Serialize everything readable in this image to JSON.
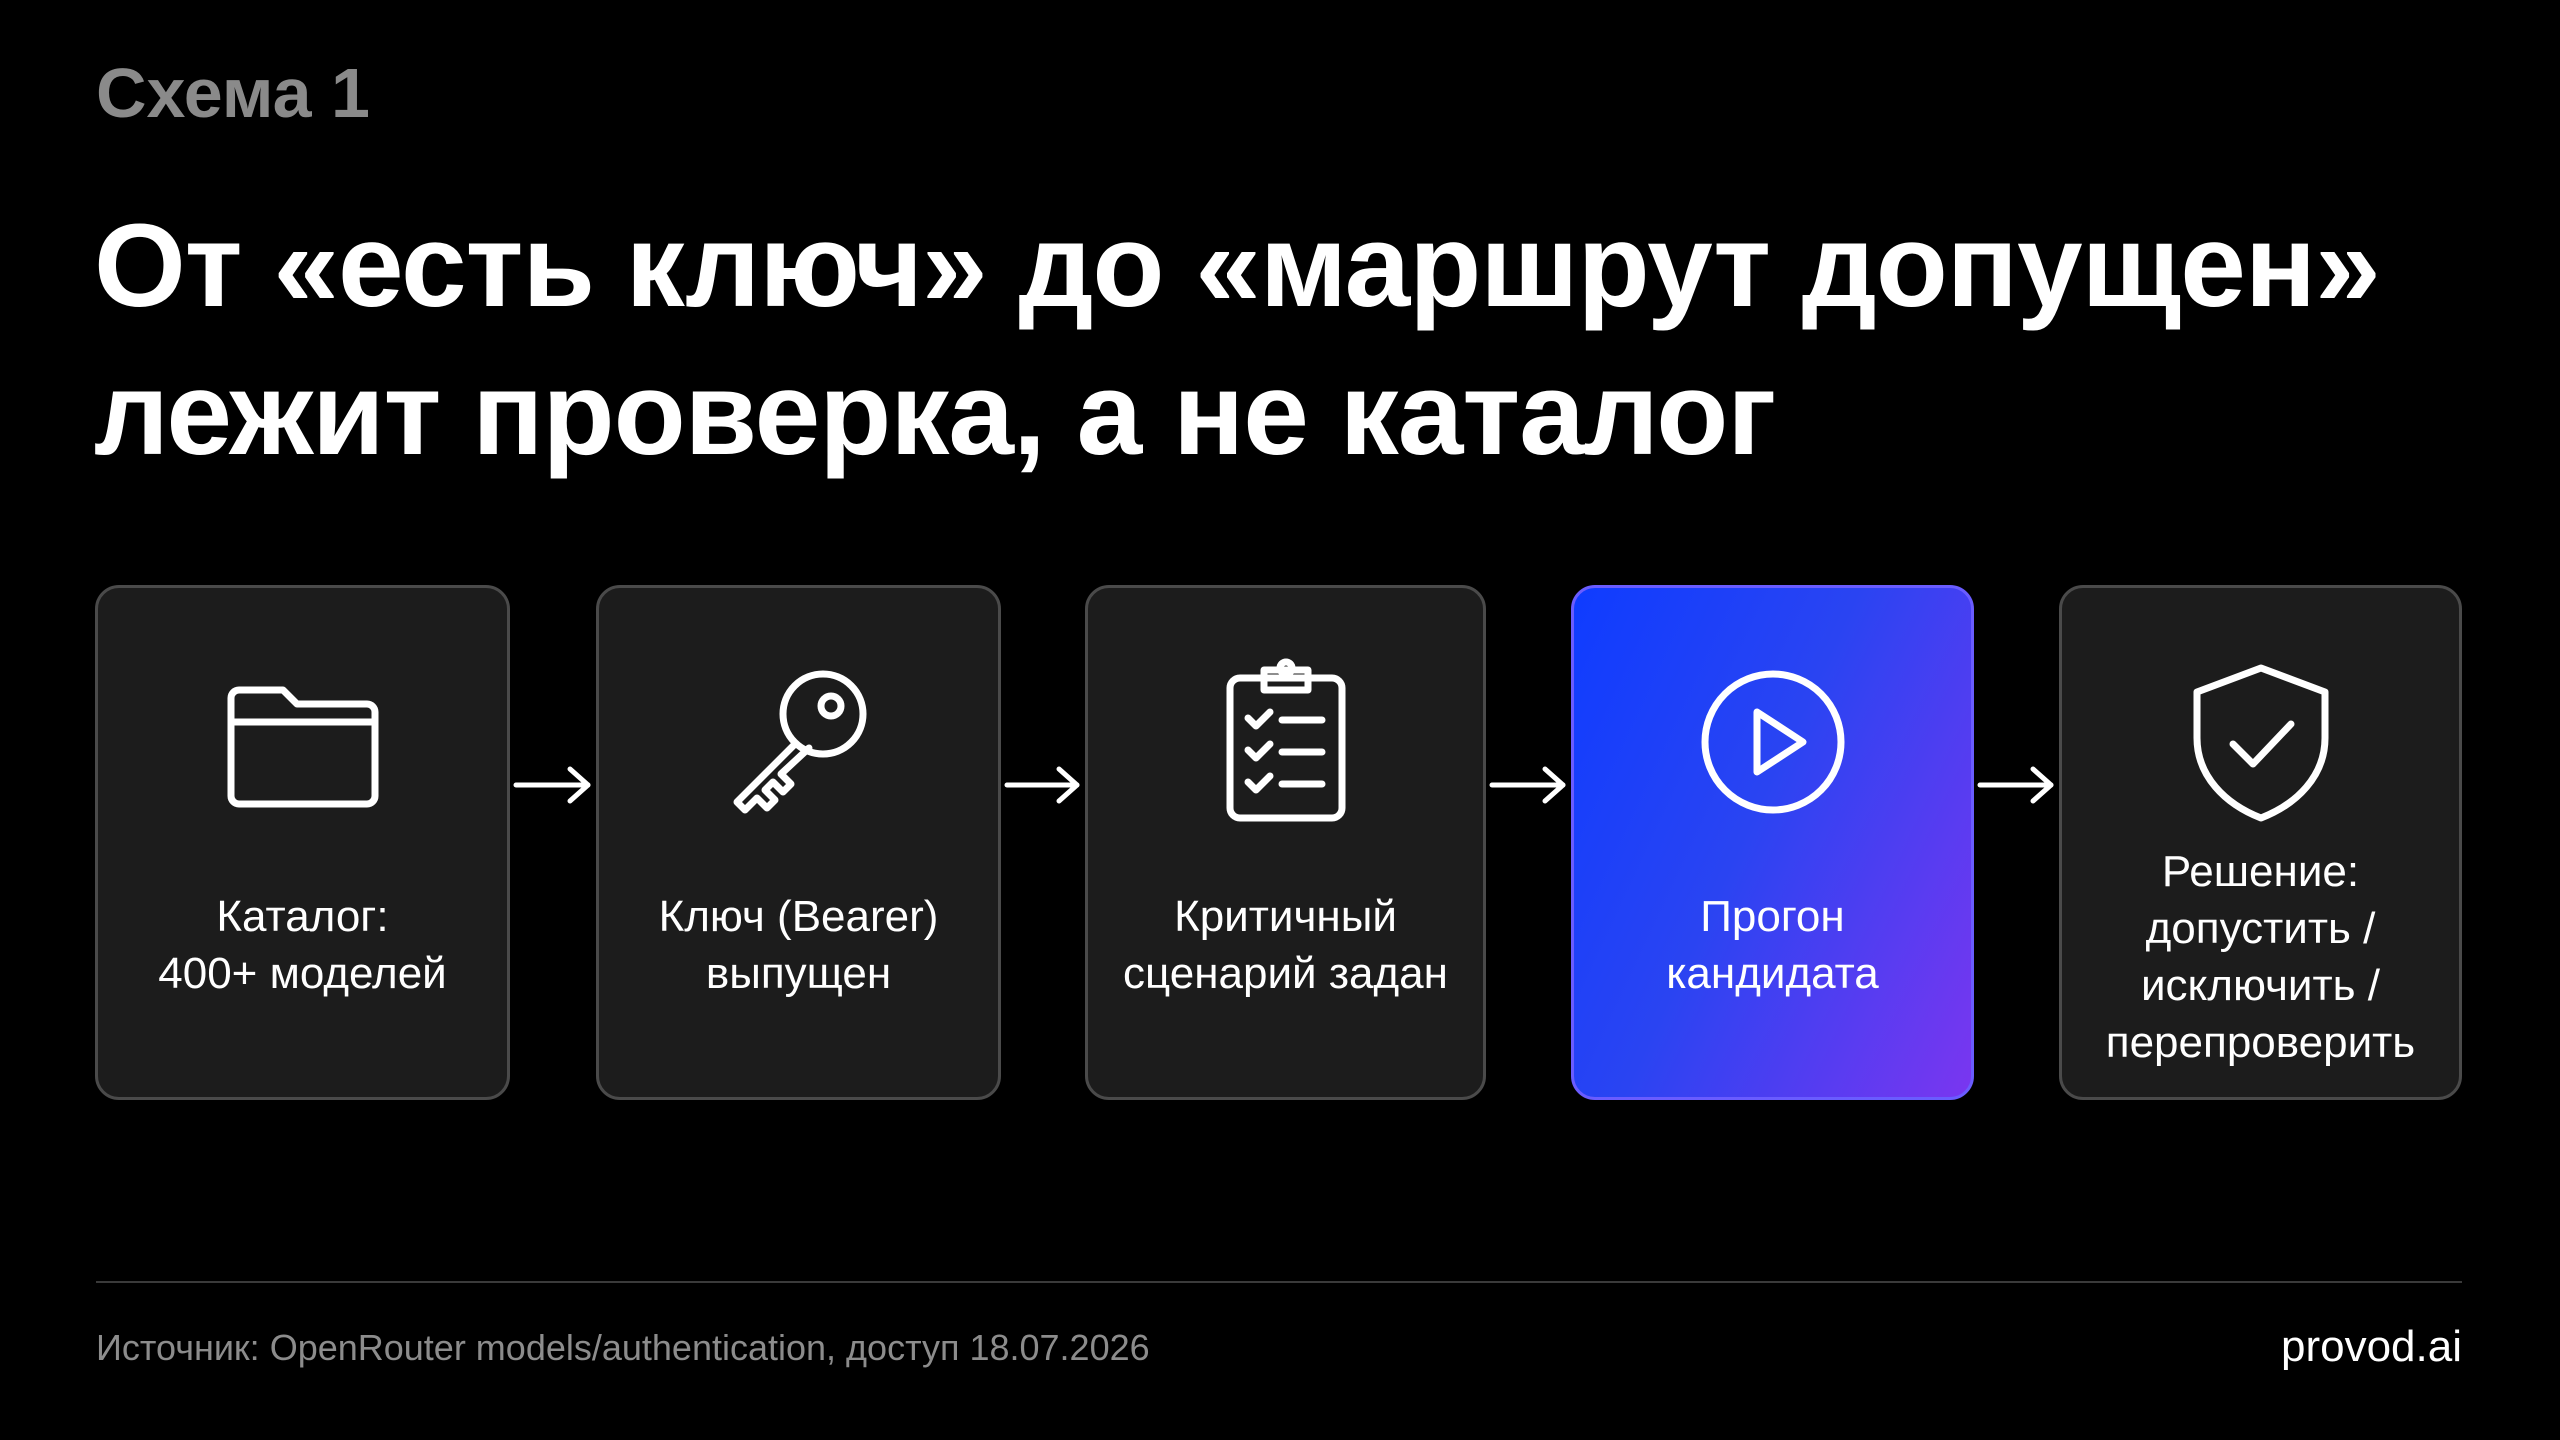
{
  "eyebrow": "Схема 1",
  "title": {
    "line1": "От «есть ключ» до «маршрут допущен»",
    "line2": "лежит проверка, а не каталог"
  },
  "steps": [
    {
      "icon": "folder-icon",
      "lines": [
        "Каталог:",
        "400+ моделей"
      ],
      "active": false
    },
    {
      "icon": "key-icon",
      "lines": [
        "Ключ (Bearer)",
        "выпущен"
      ],
      "active": false
    },
    {
      "icon": "clipboard-checklist-icon",
      "lines": [
        "Критичный",
        "сценарий задан"
      ],
      "active": false
    },
    {
      "icon": "play-circle-icon",
      "lines": [
        "Прогон",
        "кандидата"
      ],
      "active": true
    },
    {
      "icon": "shield-check-icon",
      "lines": [
        "Решение:",
        "допустить /",
        "исключить /",
        "перепроверить"
      ],
      "active": false
    }
  ],
  "footer": {
    "source": "Источник: OpenRouter models/authentication, доступ 18.07.2026",
    "brand": "provod.ai"
  },
  "colors": {
    "background": "#000000",
    "card": "#1c1c1c",
    "card_border": "#4a4a4a",
    "accent_gradient": [
      "#0f3cff",
      "#7a36f0"
    ],
    "muted_text": "#8a8a8a"
  }
}
